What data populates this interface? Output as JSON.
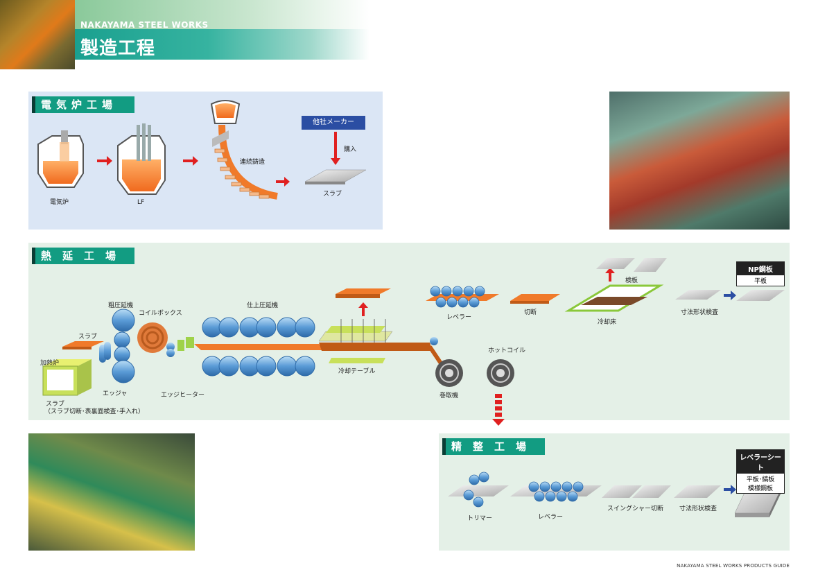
{
  "header": {
    "company": "NAKAYAMA STEEL WORKS",
    "title": "製造工程"
  },
  "sections": {
    "eaf": {
      "title": "電気炉工場",
      "labels": {
        "furnace": "電気炉",
        "lf": "LF",
        "caster": "連続鋳造",
        "maker": "他社メーカー",
        "purchase": "購入",
        "slab": "スラブ"
      }
    },
    "hot": {
      "title": "熱延工場",
      "labels": {
        "rough": "粗圧延機",
        "coilbox": "コイルボックス",
        "finishing": "仕上圧延機",
        "slab": "スラブ",
        "furnace": "加熱炉",
        "edger": "エッジャ",
        "edge_heater": "エッジヒーター",
        "slab_note_1": "スラブ",
        "slab_note_2": "（スラブ切断･表裏面検査･手入れ）",
        "cooling_table": "冷却テーブル",
        "coiler": "巻取機",
        "hot_coil": "ホットコイル",
        "leveler": "レベラー",
        "cut": "切断",
        "cooling_bed": "冷却床",
        "inspect_plate": "検板",
        "dim_check": "寸法形状検査",
        "product_title": "NP鋼板",
        "product_item": "平板"
      }
    },
    "finish": {
      "title": "精整工場",
      "labels": {
        "trimmer": "トリマー",
        "leveler": "レベラー",
        "swing": "スイングシャー切断",
        "dim_check": "寸法形状検査",
        "product_title": "レベラーシート",
        "product_item_1": "平板･縞板",
        "product_item_2": "模様鋼板"
      }
    }
  },
  "footer": "NAKAYAMA STEEL WORKS PRODUCTS GUIDE",
  "colors": {
    "teal": "#129c82",
    "red": "#e02020",
    "orange": "#f07a2a",
    "blue_roll": "#5a9bd6",
    "panel_blue": "#dbe6f5",
    "panel_green": "#e4f0e7"
  }
}
